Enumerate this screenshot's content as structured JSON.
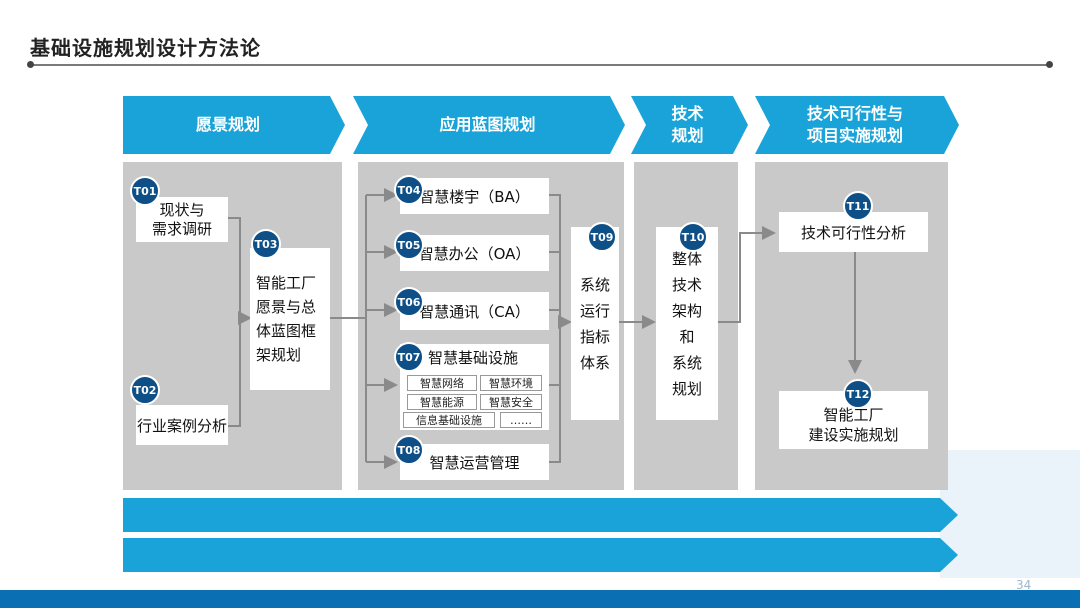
{
  "title": "基础设施规划设计方法论",
  "page_number": "34",
  "phases": [
    {
      "id": "p1",
      "label": "愿景规划"
    },
    {
      "id": "p2",
      "label": "应用蓝图规划"
    },
    {
      "id": "p3",
      "label": "技术\n规划"
    },
    {
      "id": "p4",
      "label": "技术可行性与\n项目实施规划"
    }
  ],
  "tasks": {
    "t01": {
      "code": "T01",
      "label": "现状与\n需求调研"
    },
    "t02": {
      "code": "T02",
      "label": "行业案例分析"
    },
    "t03": {
      "code": "T03",
      "label": "智能工厂\n愿景与总\n体蓝图框\n架规划"
    },
    "t04": {
      "code": "T04",
      "label": "智慧楼宇（BA）"
    },
    "t05": {
      "code": "T05",
      "label": "智慧办公（OA）"
    },
    "t06": {
      "code": "T06",
      "label": "智慧通讯（CA）"
    },
    "t07": {
      "code": "T07",
      "label": "智慧基础设施",
      "subs": [
        "智慧网络",
        "智慧环境",
        "智慧能源",
        "智慧安全",
        "信息基础设施",
        "……"
      ]
    },
    "t08": {
      "code": "T08",
      "label": "智慧运营管理"
    },
    "t09": {
      "code": "T09",
      "label": "系统\n运行\n指标\n体系"
    },
    "t10": {
      "code": "T10",
      "label": "整体\n技术\n架构\n和\n系统\n规划"
    },
    "t11": {
      "code": "T11",
      "label": "技术可行性分析"
    },
    "t12": {
      "code": "T12",
      "label": "智能工厂\n建设实施规划"
    }
  },
  "colors": {
    "phase_arrow": "#1aa3d8",
    "bottom_arrow": "#1aa3d8",
    "badge": "#0d4f86",
    "column_bg": "#c9c9ca",
    "connector": "#8a8a8a",
    "footer": "#0a6fb3"
  }
}
